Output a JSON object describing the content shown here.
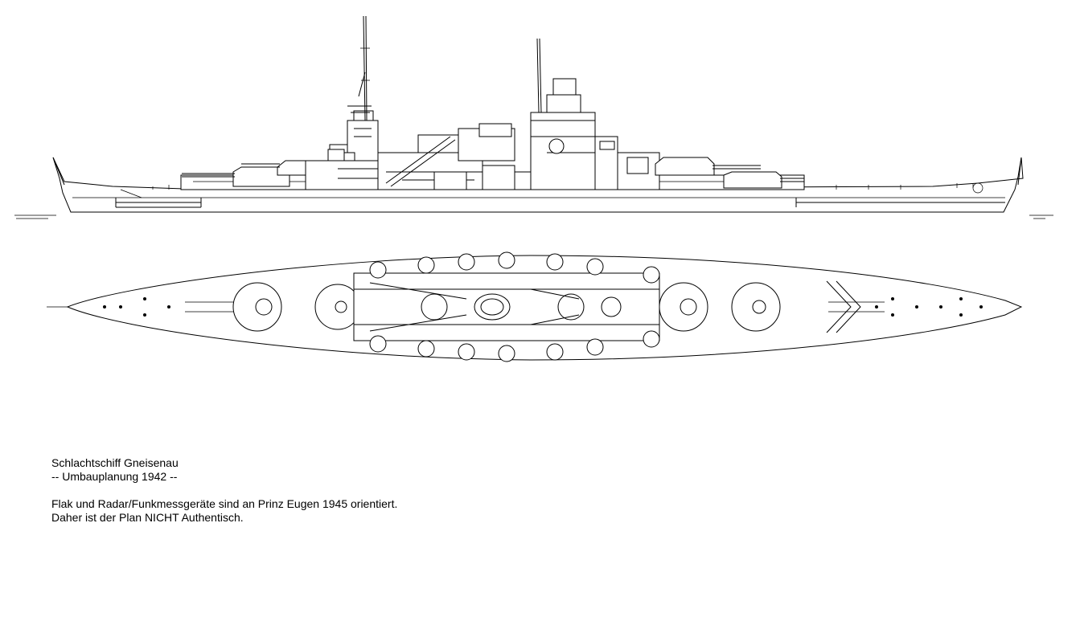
{
  "caption": {
    "title": "Schlachtschiff Gneisenau",
    "subtitle": "-- Umbauplanung 1942 --",
    "note_line1": "Flak und Radar/Funkmessgeräte sind an Prinz Eugen 1945 orientiert.",
    "note_line2": "Daher ist der Plan NICHT Authentisch."
  }
}
